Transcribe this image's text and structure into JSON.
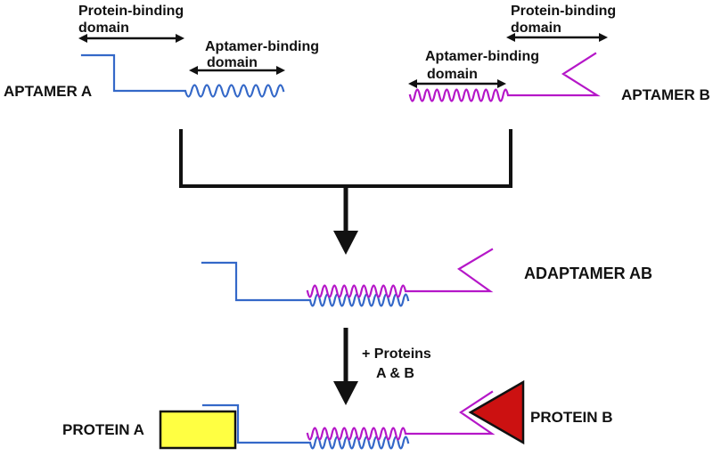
{
  "colors": {
    "aptamer_a_blue": "#3468c8",
    "aptamer_b_magenta": "#b517c8",
    "protein_a_yellow": "#ffff42",
    "protein_b_red": "#cc1111",
    "ink": "#111111"
  },
  "aptamer_a": {
    "label": "APTAMER A",
    "protein_binding_domain": {
      "line1": "Protein-binding",
      "line2": "domain"
    },
    "aptamer_binding_domain": {
      "line1": "Aptamer-binding",
      "line2": "domain"
    }
  },
  "aptamer_b": {
    "label": "APTAMER B",
    "protein_binding_domain": {
      "line1": "Protein-binding",
      "line2": "domain"
    },
    "aptamer_binding_domain": {
      "line1": "Aptamer-binding",
      "line2": "domain"
    }
  },
  "adaptamer": {
    "label": "ADAPTAMER AB"
  },
  "reaction": {
    "label_line1": "+ Proteins",
    "label_line2": "A & B"
  },
  "complex": {
    "protein_a_label": "PROTEIN A",
    "protein_b_label": "PROTEIN B"
  }
}
